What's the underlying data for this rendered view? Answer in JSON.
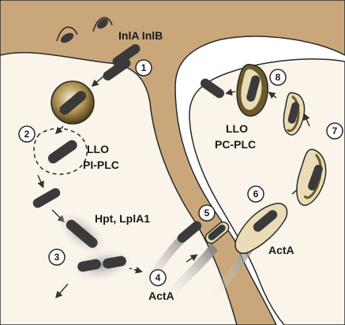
{
  "labels": {
    "inlab": "InlA InlB",
    "llo_pi_line1": "LLO",
    "llo_pi_line2": "PI-PLC",
    "hpt": "Hpt, LplA1",
    "acta_left": "ActA",
    "acta_right": "ActA",
    "llo_pc_line1": "LLO",
    "llo_pc_line2": "PC-PLC"
  },
  "steps": [
    "1",
    "2",
    "3",
    "4",
    "5",
    "6",
    "7",
    "8"
  ],
  "colors": {
    "cell": "#c9a77b",
    "cytoplasm": "#fbf4ea",
    "outline": "#2a2a2a",
    "bacterium": "#3a3a3a",
    "vacuole": "#6b5a2a",
    "vacuole_light": "#e9dcb7",
    "halo": "#b8b8b8"
  }
}
